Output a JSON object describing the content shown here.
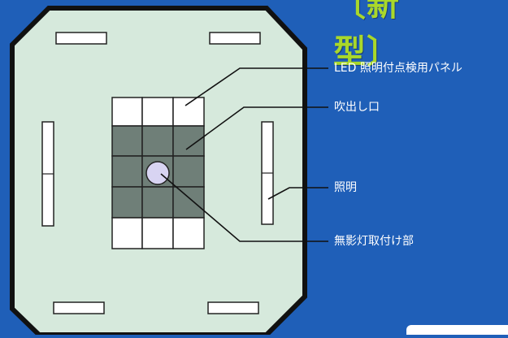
{
  "title": "〔新型〕",
  "labels": {
    "led_panel": "LED 照明付点検用パネル",
    "vent": "吹出し口",
    "light": "照明",
    "mount": "無影灯取付け部"
  },
  "colors": {
    "background": "#1f5fb8",
    "room_fill": "#d6e9dc",
    "room_border": "#111111",
    "title": "#a9d82a",
    "grid_vent": "#6f7f78"
  }
}
